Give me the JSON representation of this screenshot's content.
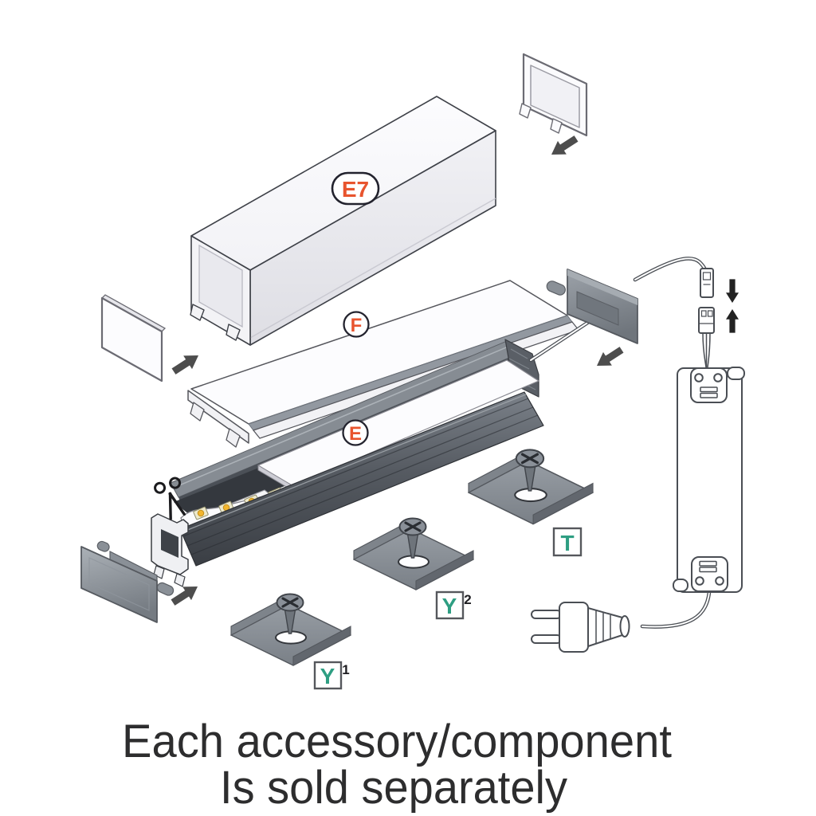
{
  "diagram": {
    "badges": {
      "cover": {
        "text": "E7"
      },
      "diffuser": {
        "text": "F"
      },
      "profile": {
        "text": "E"
      },
      "clip1": {
        "text": "Y",
        "sup": "1"
      },
      "clip2": {
        "text": "Y",
        "sup": "2"
      },
      "clip3": {
        "text": "T"
      }
    },
    "caption": {
      "line1": "Each accessory/component",
      "line2": "Is sold separately"
    },
    "colors": {
      "badge_letter_orange": "#E8542E",
      "badge_letter_green": "#2E9E82",
      "badge_outline": "#23232E",
      "label_box_border": "#55575C",
      "caption_text": "#2D2D2E",
      "arrow": "#4D4D4D",
      "profile_dark": "#4A4F57",
      "led_gold": "#F2B52D"
    },
    "icons": {
      "scissors-icon": "crossed-blades-cut-mark",
      "arrow-icon": "solid-direction-arrow",
      "screw-icon": "phillips-flat-head-screw",
      "plug-icon": "eu-two-pin-power-plug"
    }
  }
}
